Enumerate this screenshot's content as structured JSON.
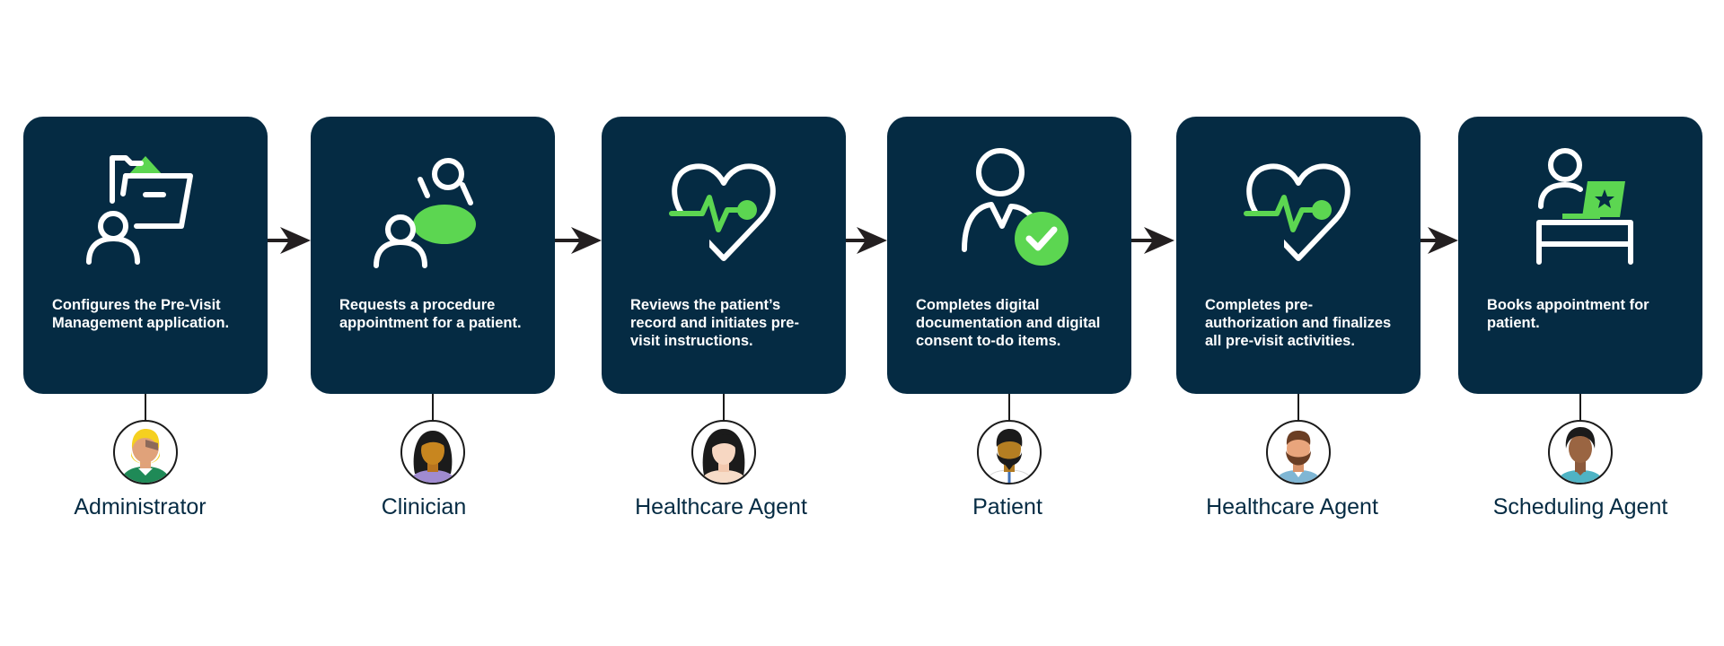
{
  "colors": {
    "card_background": "#052b43",
    "accent_green": "#5cd651",
    "role_text": "#052b43",
    "arrow": "#231f20"
  },
  "steps": [
    {
      "description": "Configures the Pre-Visit Management application.",
      "role": "Administrator",
      "icon": "folder-user-icon",
      "avatar": "administrator-avatar"
    },
    {
      "description": "Requests a procedure appointment for a patient.",
      "role": "Clinician",
      "icon": "people-conversation-icon",
      "avatar": "clinician-avatar"
    },
    {
      "description": "Reviews the patient’s record and initiates pre-visit instructions.",
      "role": "Healthcare Agent",
      "icon": "heart-pulse-icon",
      "avatar": "healthcare-agent-avatar"
    },
    {
      "description": "Completes digital documentation and digital consent to-do items.",
      "role": "Patient",
      "icon": "user-check-icon",
      "avatar": "patient-avatar"
    },
    {
      "description": "Completes pre-authorization and finalizes all pre-visit activities.",
      "role": "Healthcare Agent",
      "icon": "heart-pulse-icon",
      "avatar": "healthcare-agent-avatar"
    },
    {
      "description": "Books appointment for patient.",
      "role": "Scheduling Agent",
      "icon": "user-laptop-desk-icon",
      "avatar": "scheduling-agent-avatar"
    }
  ]
}
